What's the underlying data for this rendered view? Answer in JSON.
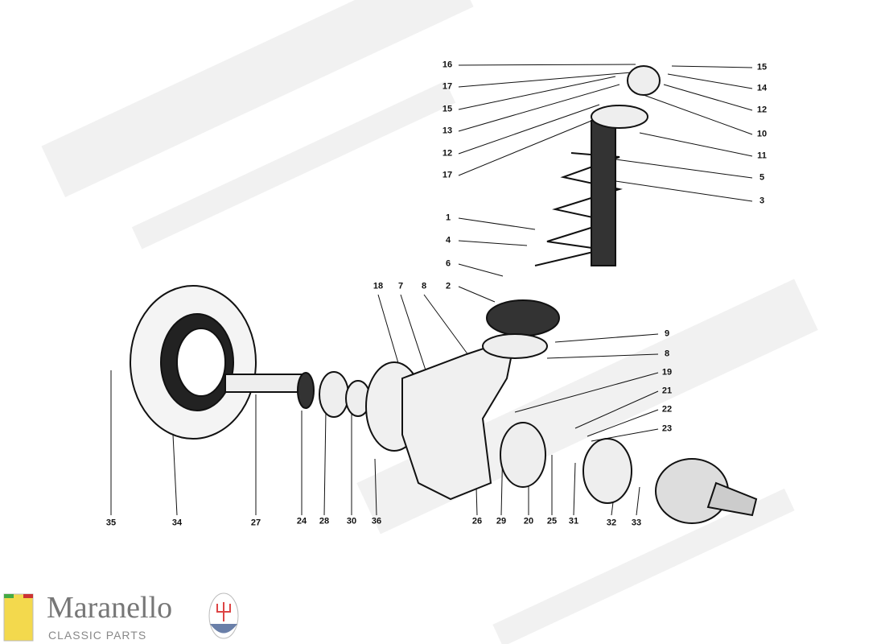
{
  "watermark": {
    "brand": "Maranello",
    "subtitle": "CLASSIC PARTS"
  },
  "logo": {
    "name": "Maranello",
    "subtitle": "CLASSIC PARTS",
    "ferrari_badge": "Ferrari",
    "maserati_badge": "MASERATI"
  },
  "callouts": {
    "l16": "16",
    "l17a": "17",
    "l15a": "15",
    "l13": "13",
    "l12a": "12",
    "l17b": "17",
    "l1": "1",
    "l4": "4",
    "l6": "6",
    "l2": "2",
    "r15": "15",
    "r14": "14",
    "r12": "12",
    "r10": "10",
    "r11": "11",
    "r5": "5",
    "r3": "3",
    "r9": "9",
    "r8": "8",
    "r19": "19",
    "r21": "21",
    "r22": "22",
    "r23": "23",
    "t18": "18",
    "t7": "7",
    "t8": "8",
    "b35": "35",
    "b34": "34",
    "b27": "27",
    "b24": "24",
    "b28": "28",
    "b30": "30",
    "b36": "36",
    "b26": "26",
    "b29": "29",
    "b20": "20",
    "b25": "25",
    "b31": "31",
    "b32": "32",
    "b33": "33"
  }
}
